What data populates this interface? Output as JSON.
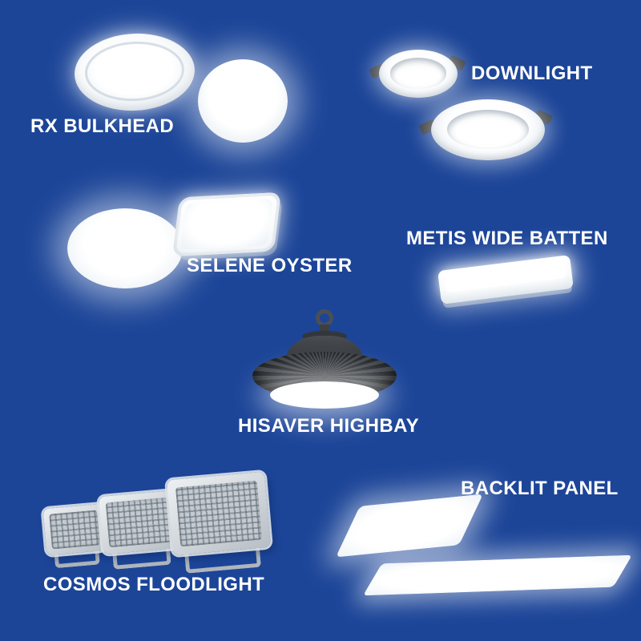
{
  "colors": {
    "background": "#1c4598",
    "label_text": "#ffffff"
  },
  "products": {
    "rx_bulkhead": {
      "label": "RX BULKHEAD"
    },
    "downlight": {
      "label": "DOWNLIGHT"
    },
    "selene_oyster": {
      "label": "SELENE OYSTER"
    },
    "metis_wide_batten": {
      "label": "METIS WIDE BATTEN"
    },
    "hisaver_highbay": {
      "label": "HISAVER HIGHBAY"
    },
    "cosmos_floodlight": {
      "label": "COSMOS FLOODLIGHT"
    },
    "backlit_panel": {
      "label": "BACKLIT PANEL"
    }
  }
}
